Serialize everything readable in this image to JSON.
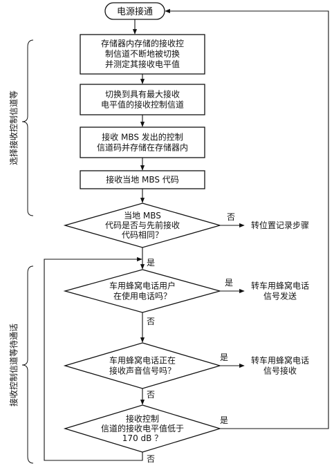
{
  "start": "电源接通",
  "steps": [
    [
      "存储器内存储的接收控",
      "制信道不断地被切换",
      "并测定其接收电平值"
    ],
    [
      "切换到具有最大接收",
      "电平值的接收控制信道"
    ],
    [
      "接收 MBS 发出的控制",
      "信道码并存储在存储器内"
    ],
    [
      "接收当地 MBS 代码"
    ]
  ],
  "decisions": [
    {
      "lines": [
        "当地 MBS",
        "代码是否与先前接收",
        "代码相同？"
      ],
      "yes": "是",
      "no": "否",
      "outcome": [
        "转位置记录步骤"
      ]
    },
    {
      "lines": [
        "车用蜂窝电话用户",
        "在使用电话吗？"
      ],
      "yes": "是",
      "no": "否",
      "outcome": [
        "转车用蜂窝电话",
        "信号发送"
      ]
    },
    {
      "lines": [
        "车用蜂窝电话正在",
        "接收声音信号吗？"
      ],
      "yes": "是",
      "no": "否",
      "outcome": [
        "转车用蜂窝电话",
        "信号接收"
      ]
    },
    {
      "lines": [
        "接收控制",
        "信道的接收电平值低于",
        "170 dB ？"
      ],
      "yes": "是",
      "no": "否",
      "outcome": []
    }
  ],
  "phases": [
    "选择接收控制信道等",
    "接收控制信道等待通话"
  ]
}
